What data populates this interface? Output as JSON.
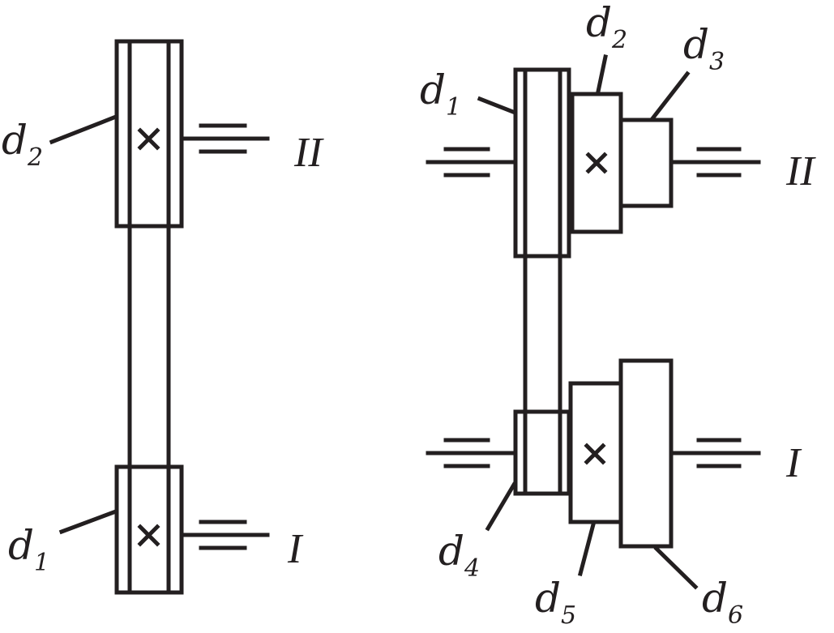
{
  "left_drive": {
    "top_pulley": {
      "letter": "d",
      "sub": "2"
    },
    "bottom_pulley": {
      "letter": "d",
      "sub": "1"
    },
    "top_shaft": "II",
    "bottom_shaft": "I"
  },
  "right_drive": {
    "upper_pulleys": [
      {
        "letter": "d",
        "sub": "1"
      },
      {
        "letter": "d",
        "sub": "2"
      },
      {
        "letter": "d",
        "sub": "3"
      }
    ],
    "lower_pulleys": [
      {
        "letter": "d",
        "sub": "4"
      },
      {
        "letter": "d",
        "sub": "5"
      },
      {
        "letter": "d",
        "sub": "6"
      }
    ],
    "top_shaft": "II",
    "bottom_shaft": "I"
  },
  "colors": {
    "ink": "#231f20",
    "background": "#ffffff"
  }
}
